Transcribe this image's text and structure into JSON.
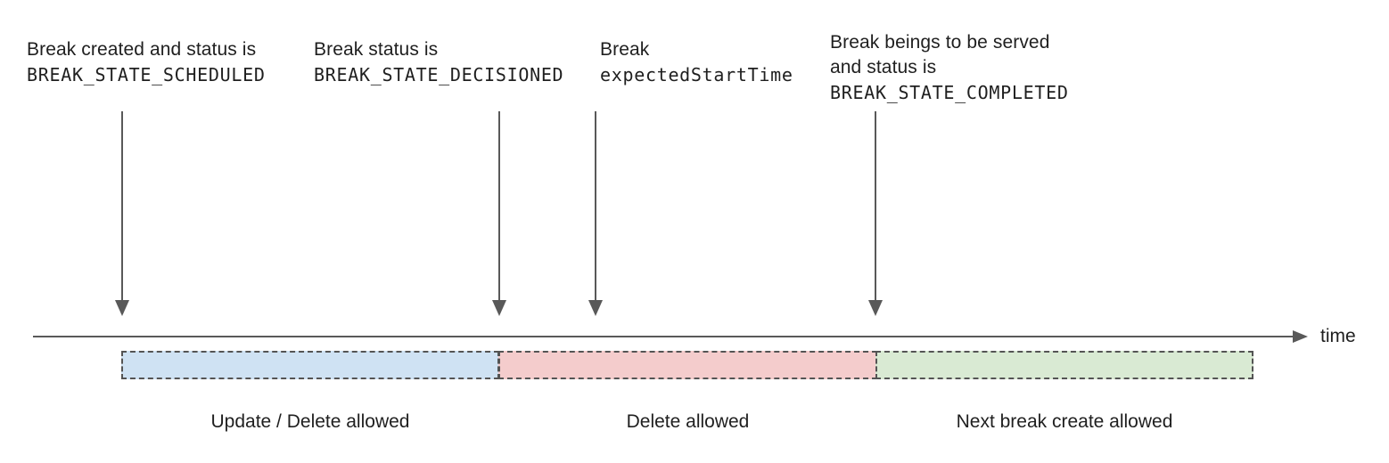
{
  "annotations": [
    {
      "text": "Break created and status is",
      "code": "BREAK_STATE_SCHEDULED"
    },
    {
      "text": "Break status is",
      "code": "BREAK_STATE_DECISIONED"
    },
    {
      "text": "Break",
      "code": "expectedStartTime"
    },
    {
      "text": "Break beings to be served",
      "text2": "and status is",
      "code": "BREAK_STATE_COMPLETED"
    }
  ],
  "axis": {
    "label": "time"
  },
  "segments": [
    {
      "label": "Update / Delete allowed",
      "fill": "#cfe2f3"
    },
    {
      "label": "Delete allowed",
      "fill": "#f4cccc"
    },
    {
      "label": "Next break create allowed",
      "fill": "#d9ead3"
    }
  ],
  "colors": {
    "arrow": "#595959",
    "dashed_border": "#545454",
    "text": "#1f1f1f"
  }
}
